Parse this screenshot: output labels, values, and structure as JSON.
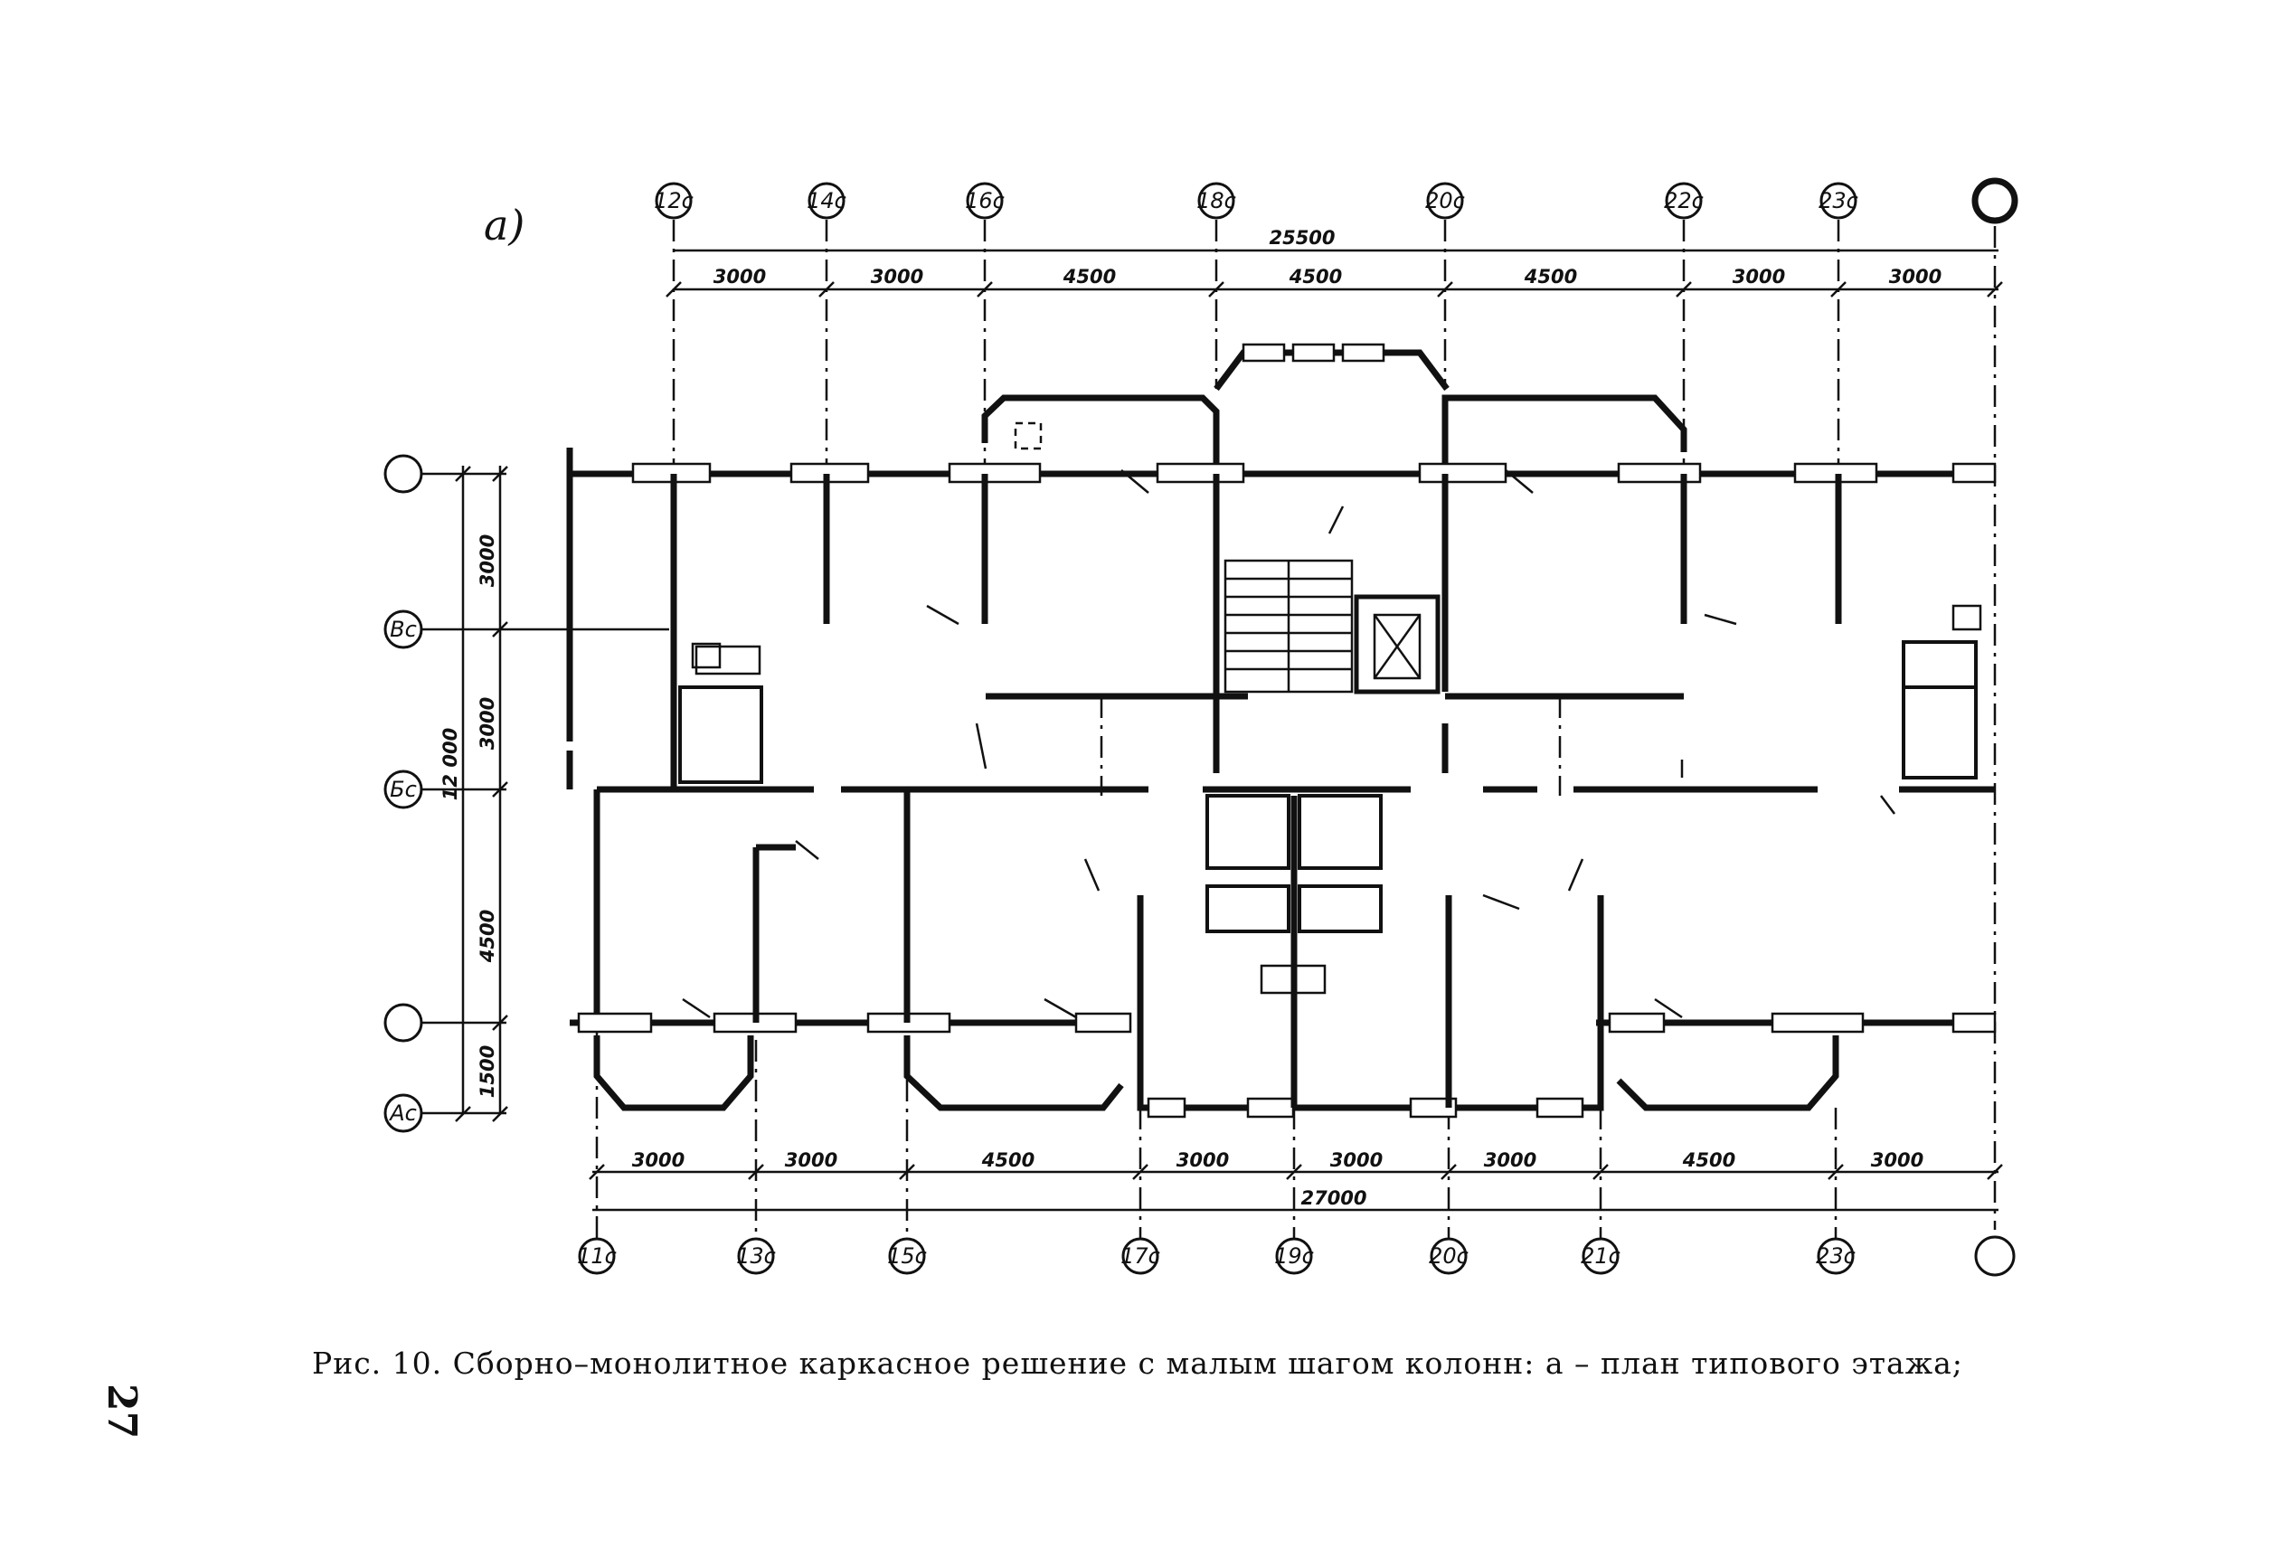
{
  "figure_label": "а)",
  "caption": "Рис. 10. Сборно–монолитное каркасное решение с малым шагом колонн: а – план типового этажа;",
  "page_number": "27",
  "top_axes": [
    "12с",
    "14с",
    "16с",
    "18с",
    "20с",
    "22с",
    "23с",
    ""
  ],
  "bottom_axes": [
    "11с",
    "13с",
    "15с",
    "17с",
    "19с",
    "20с",
    "21с",
    "23с",
    ""
  ],
  "left_axes": [
    "",
    "Вс",
    "Бс",
    "",
    "Ас"
  ],
  "top_overall_dim": "25500",
  "top_dims": [
    "3000",
    "3000",
    "4500",
    "4500",
    "4500",
    "3000",
    "3000"
  ],
  "bottom_overall_dim": "27000",
  "bottom_dims": [
    "3000",
    "3000",
    "4500",
    "3000",
    "3000",
    "3000",
    "4500",
    "3000"
  ],
  "left_overall_dim": "12 000",
  "left_dims": [
    "3000",
    "3000",
    "4500",
    "1500"
  ]
}
